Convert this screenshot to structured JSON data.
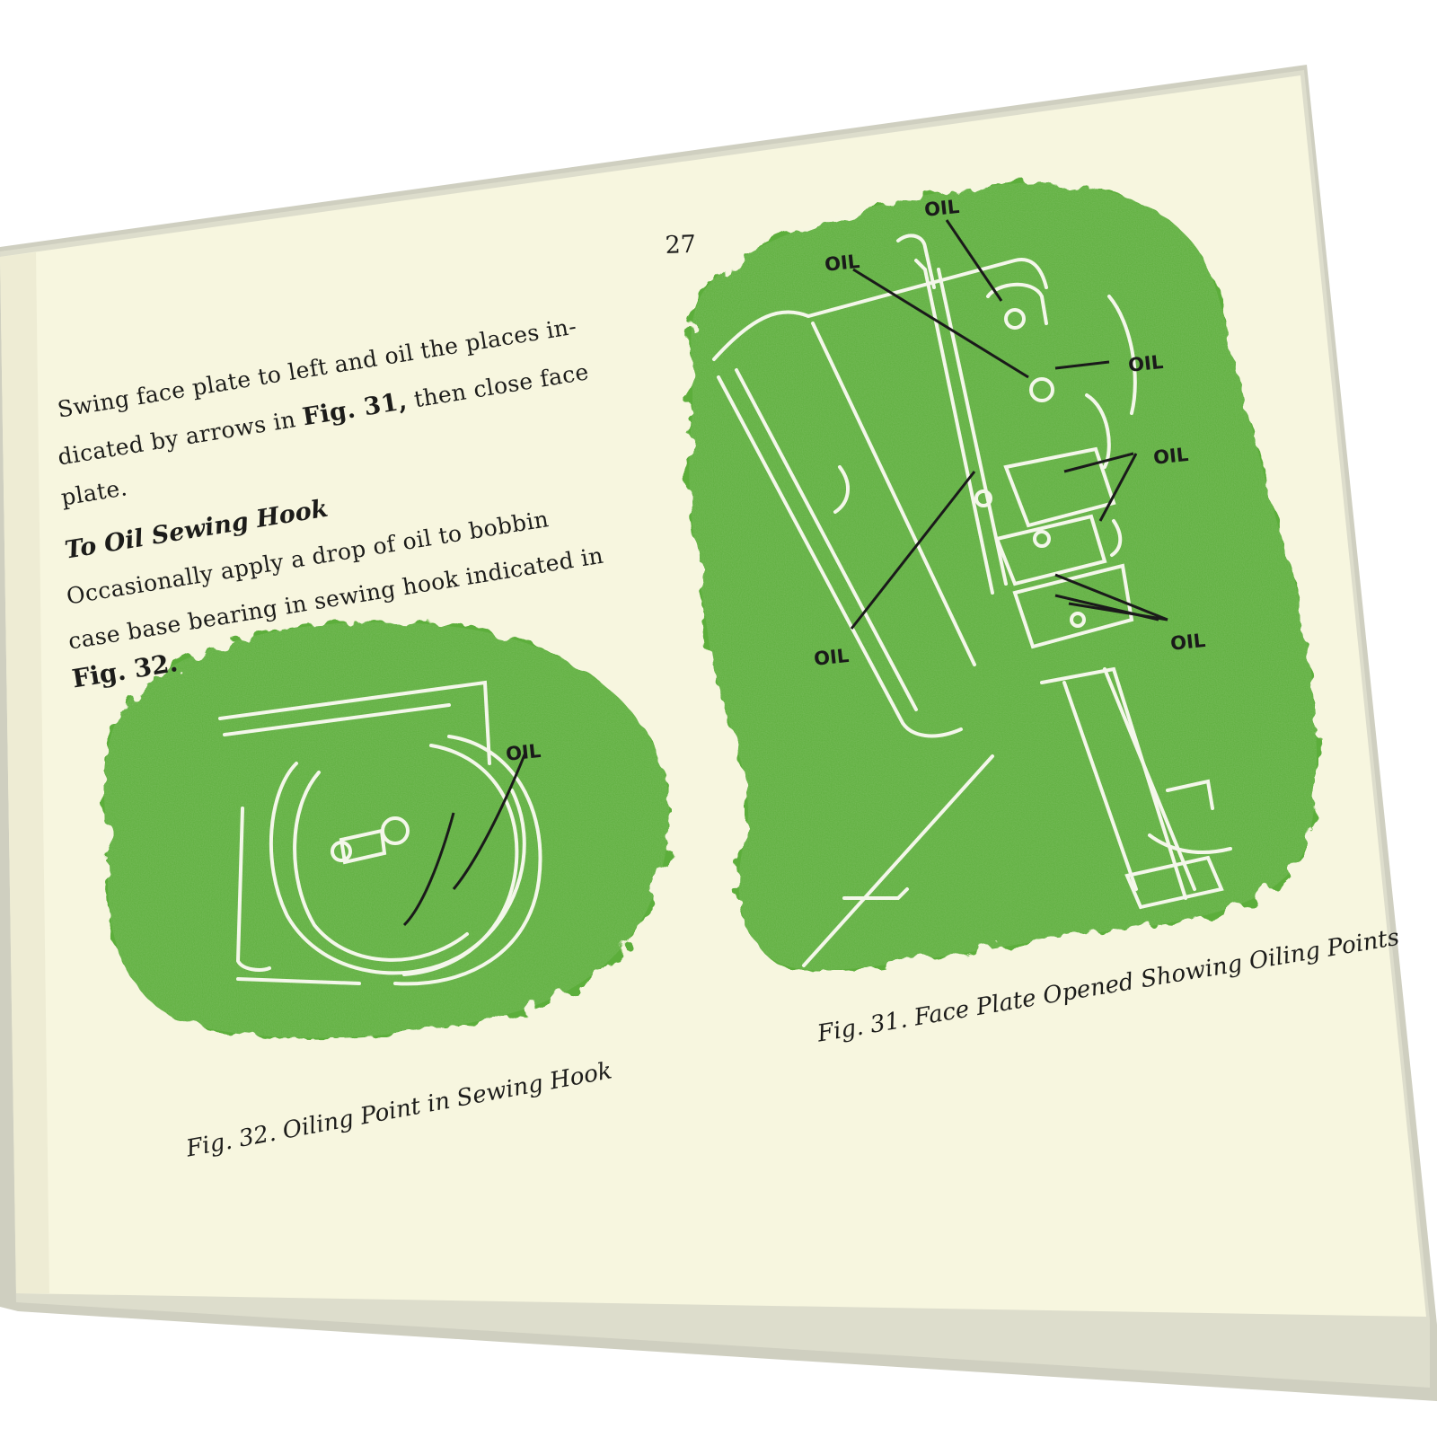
{
  "page_number": "27",
  "paragraph_lines": [
    "Swing face plate to left and oil the places in-",
    "dicated by arrows in",
    "then close face",
    "plate."
  ],
  "paragraph_fig_ref": "Fig. 31,",
  "heading": "To Oil Sewing Hook",
  "hook_lines": [
    "Occasionally apply a drop of oil to bobbin",
    "case base bearing in sewing hook indicated in"
  ],
  "hook_fig_ref": "Fig. 32.",
  "figure_31": {
    "caption": "Fig. 31. Face Plate Opened Showing Oiling Points",
    "labels": [
      "OIL",
      "OIL",
      "OIL",
      "OIL",
      "OIL",
      "OIL"
    ]
  },
  "figure_32": {
    "caption": "Fig. 32. Oiling Point in Sewing Hook",
    "label": "OIL"
  },
  "colors": {
    "paper": "#f7f6df",
    "illustration_green": "#5cae3a",
    "ink": "#1c1c1a"
  }
}
